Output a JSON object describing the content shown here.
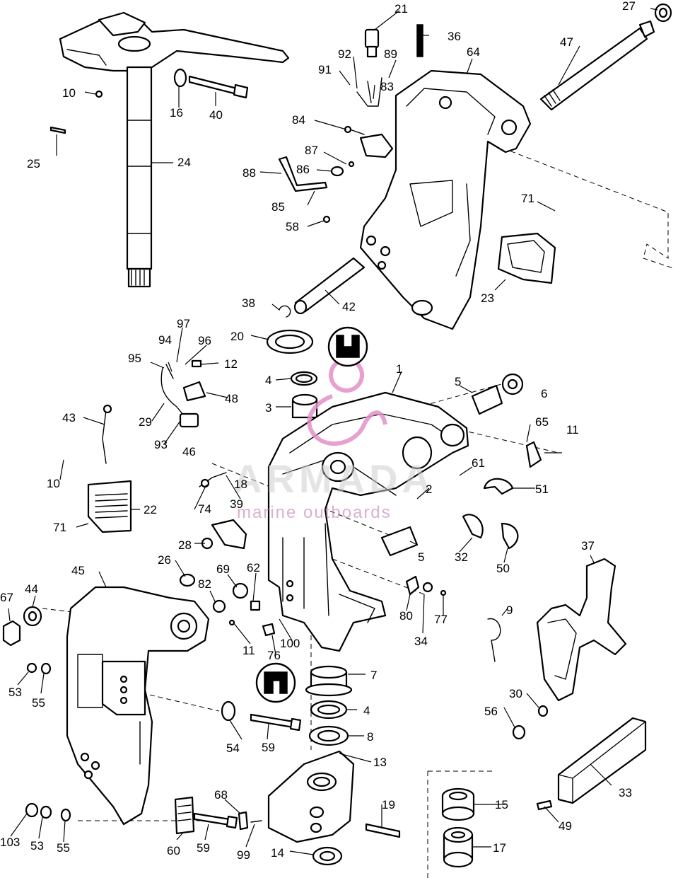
{
  "watermark": {
    "brand": "ARMADA",
    "tagline": "marine outboards"
  },
  "callouts": [
    "1",
    "2",
    "3",
    "4",
    "4",
    "5",
    "5",
    "6",
    "7",
    "8",
    "9",
    "10",
    "10",
    "11",
    "11",
    "12",
    "13",
    "14",
    "15",
    "16",
    "17",
    "18",
    "19",
    "20",
    "21",
    "22",
    "23",
    "24",
    "25",
    "26",
    "27",
    "28",
    "29",
    "30",
    "32",
    "33",
    "34",
    "36",
    "37",
    "38",
    "39",
    "40",
    "42",
    "43",
    "44",
    "45",
    "46",
    "47",
    "48",
    "49",
    "50",
    "51",
    "53",
    "53",
    "54",
    "55",
    "55",
    "56",
    "58",
    "59",
    "59",
    "60",
    "61",
    "62",
    "64",
    "65",
    "67",
    "68",
    "69",
    "71",
    "71",
    "74",
    "76",
    "77",
    "80",
    "82",
    "83",
    "84",
    "85",
    "86",
    "87",
    "88",
    "89",
    "91",
    "92",
    "93",
    "94",
    "95",
    "96",
    "97",
    "99",
    "100",
    "103"
  ]
}
